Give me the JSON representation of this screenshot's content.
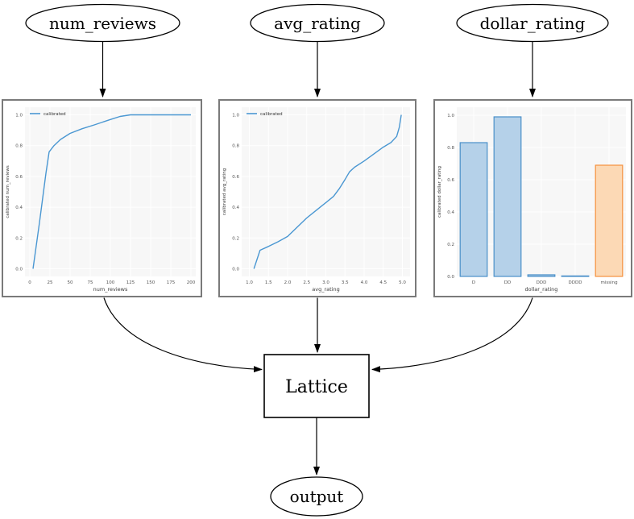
{
  "diagram": {
    "nodes": {
      "num_reviews": {
        "label": "num_reviews"
      },
      "avg_rating": {
        "label": "avg_rating"
      },
      "dollar_rating": {
        "label": "dollar_rating"
      },
      "lattice": {
        "label": "Lattice"
      },
      "output": {
        "label": "output"
      }
    }
  },
  "colors": {
    "line": "#4a97d2",
    "bar_blue_fill": "#b5d1e9",
    "bar_blue_edge": "#4a90c9",
    "bar_orange_fill": "#fcd9b5",
    "bar_orange_edge": "#f5913e",
    "axes_bg": "#f7f7f7",
    "grid": "#ffffff",
    "tick_text": "#555555",
    "axis_label_text": "#3a3a3a",
    "legend_text": "#333333",
    "edge": "#000000",
    "node_stroke": "#000000",
    "node_fill": "#ffffff",
    "panel_border": "#7a7a7a"
  },
  "chart_data": [
    {
      "type": "line",
      "title": "",
      "xlabel": "num_reviews",
      "ylabel": "calibrated num_reviews",
      "legend": {
        "label": "calibrated",
        "position": "upper left"
      },
      "grid": true,
      "xlim": [
        -6,
        206
      ],
      "ylim": [
        -0.05,
        1.05
      ],
      "xticks": {
        "values": [
          0,
          25,
          50,
          75,
          100,
          125,
          150,
          175,
          200
        ],
        "labels": [
          "0",
          "25",
          "50",
          "75",
          "100",
          "125",
          "150",
          "175",
          "200"
        ]
      },
      "yticks": {
        "values": [
          0,
          0.2,
          0.4,
          0.6,
          0.8,
          1.0
        ],
        "labels": [
          "0.0",
          "0.2",
          "0.4",
          "0.6",
          "0.8",
          "1.0"
        ]
      },
      "series": [
        {
          "name": "calibrated",
          "x": [
            4,
            8,
            12,
            16,
            20,
            24,
            30,
            38,
            50,
            65,
            80,
            100,
            112,
            125,
            200
          ],
          "y": [
            0.0,
            0.15,
            0.3,
            0.46,
            0.62,
            0.76,
            0.8,
            0.84,
            0.88,
            0.91,
            0.935,
            0.97,
            0.99,
            1.0,
            1.0
          ]
        }
      ]
    },
    {
      "type": "line",
      "title": "",
      "xlabel": "avg_rating",
      "ylabel": "calibrated avg_rating",
      "legend": {
        "label": "calibrated",
        "position": "upper left"
      },
      "grid": true,
      "xlim": [
        0.8,
        5.2
      ],
      "ylim": [
        -0.05,
        1.05
      ],
      "xticks": {
        "values": [
          1.0,
          1.5,
          2.0,
          2.5,
          3.0,
          3.5,
          4.0,
          4.5,
          5.0
        ],
        "labels": [
          "1.0",
          "1.5",
          "2.0",
          "2.5",
          "3.0",
          "3.5",
          "4.0",
          "4.5",
          "5.0"
        ]
      },
      "yticks": {
        "values": [
          0,
          0.2,
          0.4,
          0.6,
          0.8,
          1.0
        ],
        "labels": [
          "0.0",
          "0.2",
          "0.4",
          "0.6",
          "0.8",
          "1.0"
        ]
      },
      "series": [
        {
          "name": "calibrated",
          "x": [
            1.12,
            1.28,
            1.5,
            1.75,
            2.0,
            2.25,
            2.5,
            2.75,
            3.0,
            3.2,
            3.35,
            3.5,
            3.62,
            3.75,
            4.0,
            4.25,
            4.5,
            4.7,
            4.85,
            4.92,
            4.97
          ],
          "y": [
            0.0,
            0.12,
            0.145,
            0.175,
            0.21,
            0.27,
            0.33,
            0.38,
            0.43,
            0.47,
            0.52,
            0.58,
            0.63,
            0.66,
            0.7,
            0.745,
            0.79,
            0.82,
            0.86,
            0.92,
            1.0
          ]
        }
      ]
    },
    {
      "type": "bar",
      "title": "",
      "xlabel": "dollar_rating",
      "ylabel": "calibrated dollar_rating",
      "grid": true,
      "categories": [
        "D",
        "DD",
        "DDD",
        "DDDD",
        "missing"
      ],
      "values": [
        0.83,
        0.99,
        0.01,
        0.003,
        0.69
      ],
      "bar_styles": [
        "blue",
        "blue",
        "blue",
        "blue",
        "orange"
      ],
      "ylim": [
        0,
        1.05
      ],
      "yticks": {
        "values": [
          0,
          0.2,
          0.4,
          0.6,
          0.8,
          1.0
        ],
        "labels": [
          "0.0",
          "0.2",
          "0.4",
          "0.6",
          "0.8",
          "1.0"
        ]
      }
    }
  ]
}
